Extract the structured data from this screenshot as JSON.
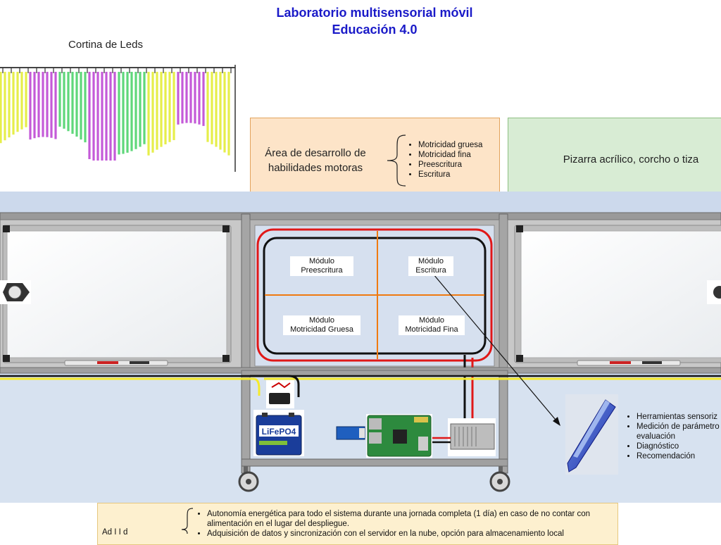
{
  "title": {
    "line1": "Laboratorio multisensorial móvil",
    "line2": "Educación 4.0"
  },
  "curtain": {
    "label": "Cortina de Leds",
    "colors": [
      "#e6ee4a",
      "#c45ad8",
      "#5fd77a",
      "#c45ad8",
      "#5fd77a",
      "#e6ee4a",
      "#c45ad8",
      "#e6ee4a"
    ]
  },
  "motor_area": {
    "title": "Área de desarrollo de habilidades motoras",
    "items": [
      "Motricidad gruesa",
      "Motricidad fina",
      "Preescritura",
      "Escritura"
    ]
  },
  "pizarra": {
    "label": "Pizarra acrílico, corcho o tiza"
  },
  "modules": {
    "preescritura": [
      "Módulo",
      "Preescritura"
    ],
    "escritura": [
      "Módulo",
      "Escritura"
    ],
    "gruesa": [
      "Módulo",
      "Motricidad Gruesa"
    ],
    "fina": [
      "Módulo",
      "Motricidad Fina"
    ]
  },
  "battery": {
    "label": "LiFePO4"
  },
  "pen": {
    "items": [
      "Herramientas sensoriz",
      "Medición de parámetro",
      "evaluación",
      "Diagnóstico",
      "Recomendación"
    ]
  },
  "bottom": {
    "left_label": "Ad I I d",
    "items": [
      "Autonomía energética para todo el sistema durante una jornada completa (1 día) en caso de no contar con alimentación en el lugar del despliegue.",
      "Adquisición de datos y sincronización con el servidor en la nube, opción para almacenamiento local"
    ]
  },
  "colors": {
    "title": "#1a1ac8",
    "frame": "#7d7d7d",
    "panel_bg": "#ccd9ec",
    "red_cable": "#e01818",
    "yellow_cable": "#f5ea2a",
    "grid_orange": "#f07a10"
  }
}
